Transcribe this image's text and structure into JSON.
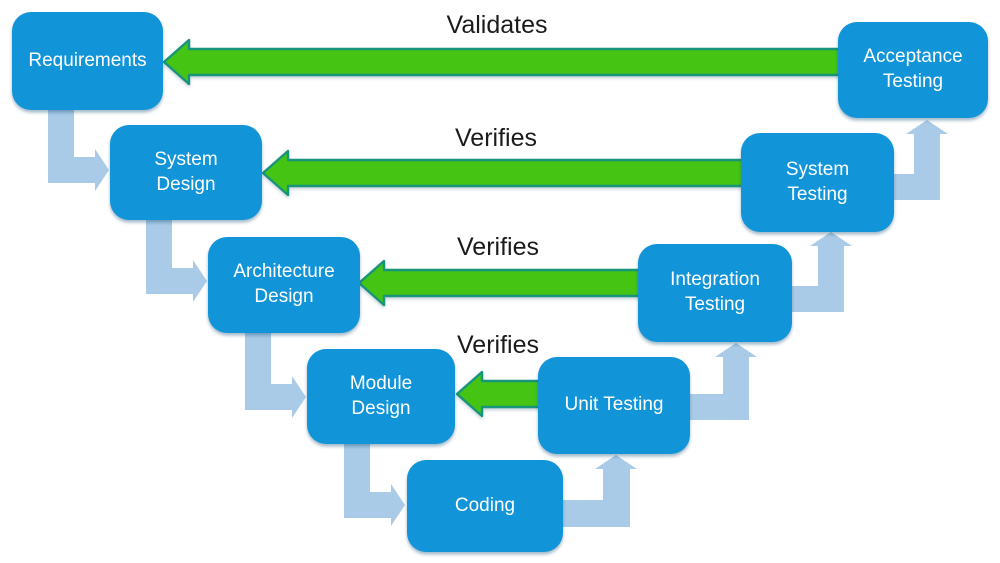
{
  "diagram": {
    "title": "V-Model verification and validation diagram",
    "boxes": [
      {
        "id": "requirements",
        "label": "Requirements"
      },
      {
        "id": "system-design",
        "label": "System\nDesign"
      },
      {
        "id": "architecture-design",
        "label": "Architecture\nDesign"
      },
      {
        "id": "module-design",
        "label": "Module\nDesign"
      },
      {
        "id": "coding",
        "label": "Coding"
      },
      {
        "id": "unit-testing",
        "label": "Unit Testing"
      },
      {
        "id": "integration-testing",
        "label": "Integration\nTesting"
      },
      {
        "id": "system-testing",
        "label": "System\nTesting"
      },
      {
        "id": "acceptance-testing",
        "label": "Acceptance\nTesting"
      }
    ],
    "arrow_labels": [
      {
        "text": "Validates"
      },
      {
        "text": "Verifies"
      },
      {
        "text": "Verifies"
      },
      {
        "text": "Verifies"
      }
    ],
    "connections": {
      "down_arrows": [
        {
          "from": "Requirements",
          "to": "System Design"
        },
        {
          "from": "System Design",
          "to": "Architecture Design"
        },
        {
          "from": "Architecture Design",
          "to": "Module Design"
        },
        {
          "from": "Module Design",
          "to": "Coding"
        }
      ],
      "up_arrows": [
        {
          "from": "Coding",
          "to": "Unit Testing"
        },
        {
          "from": "Unit Testing",
          "to": "Integration Testing"
        },
        {
          "from": "Integration Testing",
          "to": "System Testing"
        },
        {
          "from": "System Testing",
          "to": "Acceptance Testing"
        }
      ],
      "horizontal_arrows": [
        {
          "from": "Acceptance Testing",
          "to": "Requirements",
          "label": "Validates"
        },
        {
          "from": "System Testing",
          "to": "System Design",
          "label": "Verifies"
        },
        {
          "from": "Integration Testing",
          "to": "Architecture Design",
          "label": "Verifies"
        },
        {
          "from": "Unit Testing",
          "to": "Module Design",
          "label": "Verifies"
        }
      ]
    },
    "colors": {
      "box_fill": "#1194D8",
      "box_text": "#FFFFFF",
      "green_arrow_fill": "#45C414",
      "green_arrow_border": "#17947C",
      "elbow_arrow_fill": "#AACBE8",
      "label_text": "#1B1B1B",
      "background": "#FFFFFF"
    }
  }
}
